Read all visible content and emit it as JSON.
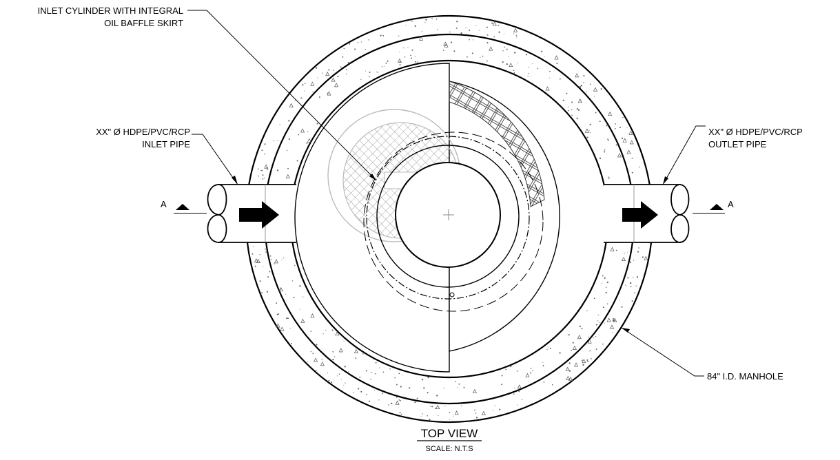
{
  "drawing": {
    "callouts": {
      "inlet_cylinder_line1": "INLET CYLINDER WITH INTEGRAL",
      "inlet_cylinder_line2": "OIL BAFFLE SKIRT",
      "inlet_pipe_line1": "XX\" Ø HDPE/PVC/RCP",
      "inlet_pipe_line2": "INLET PIPE",
      "outlet_pipe_line1": "XX\" Ø HDPE/PVC/RCP",
      "outlet_pipe_line2": "OUTLET PIPE",
      "manhole": "84\" I.D. MANHOLE"
    },
    "section_marker_left": "A",
    "section_marker_right": "A",
    "title": "TOP VIEW",
    "scale": "SCALE: N.T.S"
  }
}
